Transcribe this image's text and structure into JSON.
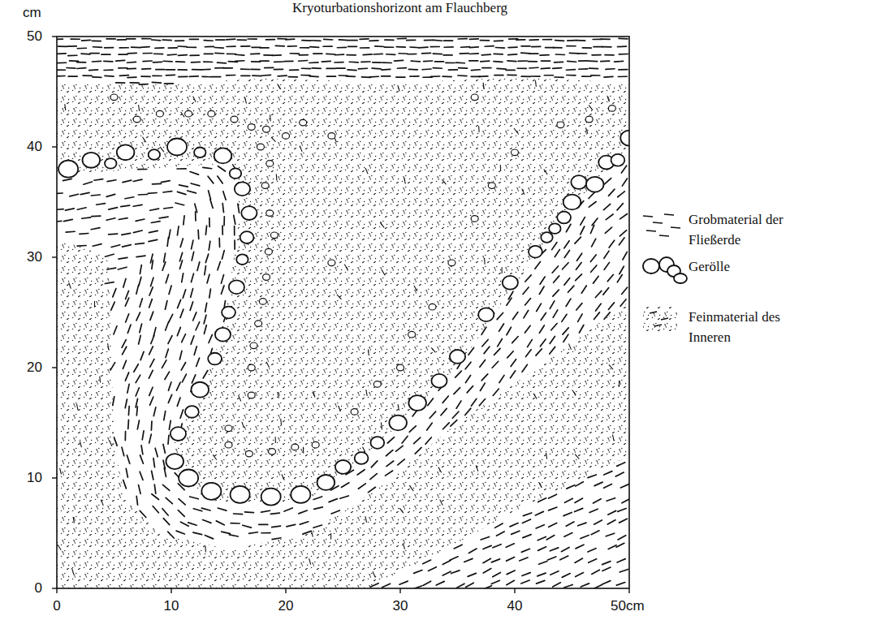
{
  "diagram": {
    "title": "Kryoturbationshorizont am Flauchberg",
    "labels": [
      "cm",
      "50",
      "40",
      "30",
      "20",
      "10",
      "0",
      "0",
      "10",
      "20",
      "30",
      "40",
      "50cm"
    ],
    "legend": [
      {
        "text": "Grobmaterial der Fließerde"
      },
      {
        "text": "Gerölle"
      },
      {
        "text": "Feinmaterial des Inneren"
      }
    ]
  }
}
